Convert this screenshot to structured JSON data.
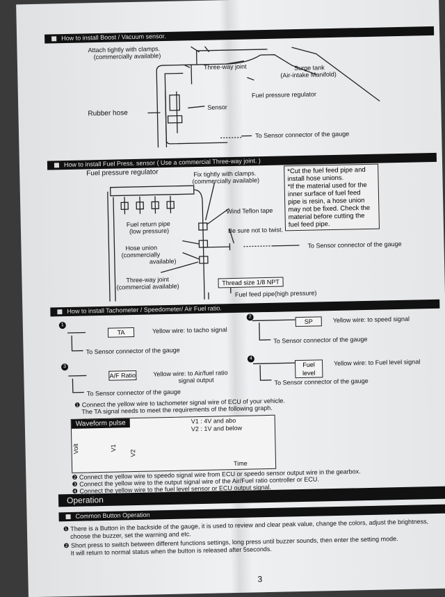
{
  "sections": {
    "boost": "How to install Boost / Vacuum sensor.",
    "fuel": "How to install Fuel Press. sensor ( Use a commercial Three-way joint. )",
    "tacho": "How to install Tachometer / Speedometer/ Air Fuel ratio.",
    "common_button": "Common Button Operation"
  },
  "boost": {
    "clamps": "Attach tightly with clamps.",
    "commercial": "(commercially available)",
    "three_way": "Three-way joint",
    "surge_tank": "Surge tank",
    "intake": "(Air-intake Manifold)",
    "fuel_reg": "Fuel pressure regulator",
    "rubber_hose": "Rubber hose",
    "sensor": "Sensor",
    "to_gauge": "To Sensor connector of the gauge"
  },
  "fuel": {
    "regulator": "Fuel pressure regulator",
    "fix_clamps": "Fix tightly with clamps.",
    "commercial": "(commercially available)",
    "note": "*Cut the fuel feed pipe and\ninstall hose unions.\n*If the material used for the\ninner surface of fuel feed\npipe is resin, a hose union\nmay not be fixed. Check the\nmaterial before cutting the\nfuel feed pipe.",
    "return_pipe": "Fuel return pipe",
    "low_pressure": "(low pressure)",
    "teflon": "Wind Teflon tape",
    "no_twist": "Be sure not to twist.",
    "hose_union": "Hose union",
    "commercially": "(commercially",
    "available": "available)",
    "to_gauge": "To Sensor connector of the gauge",
    "three_way": "Three-way joint",
    "three_way_sub": "(commercial available)",
    "thread": "Thread size  1/8 NPT",
    "feed_pipe": "Fuel feed pipe(high pressure)"
  },
  "tacho": {
    "num1": "1",
    "num2": "2",
    "num3": "3",
    "num4": "4",
    "ta": "TA",
    "ta_wire": "Yellow wire: to tacho signal",
    "sp": "SP",
    "sp_wire": "Yellow  wire: to speed signal",
    "af": "A/F Ratio",
    "af_wire": "Yellow wire: to Air/fuel ratio",
    "af_wire2": "signal output",
    "fl": "Fuel level",
    "fl_wire": "Yellow  wire: to Fuel level signal",
    "to_gauge": "To Sensor connector of the gauge",
    "connect1": "Connect the yellow wire to tachometer signal wire of ECU of your vehicle.",
    "connect1b": "The TA signal needs to meet the requirements of the following graph.",
    "connect2": "Connect the  yellow wire to speedo signal wire from ECU or speedo sensor output wire in the gearbox.",
    "connect3": "Connect the  yellow wire to the output signal wire of the Air/Fuel ratio controller or ECU.",
    "connect4": "Connect the  yellow wire to the fuel level sensor or ECU output signal."
  },
  "waveform": {
    "title": "Waveform pulse",
    "v1": "V1 : 4V and abo",
    "v2": "V2 : 1V and below",
    "volt": "Volt",
    "v1_axis": "V1",
    "v2_axis": "V2",
    "time": "Time"
  },
  "operation": {
    "title": "Operation",
    "p1a": "There is a Button in the backside of the gauge, it is used to review and clear peak value, change the colors, adjust the brightness,",
    "p1b": "choose the buzzer, set the warning and etc.",
    "p2a": "Short press to switch between different functions settings, long press until buzzer sounds, then enter the setting mode.",
    "p2b": "It will return to normal status when the button is released after 5seconds."
  },
  "page_number": "3"
}
